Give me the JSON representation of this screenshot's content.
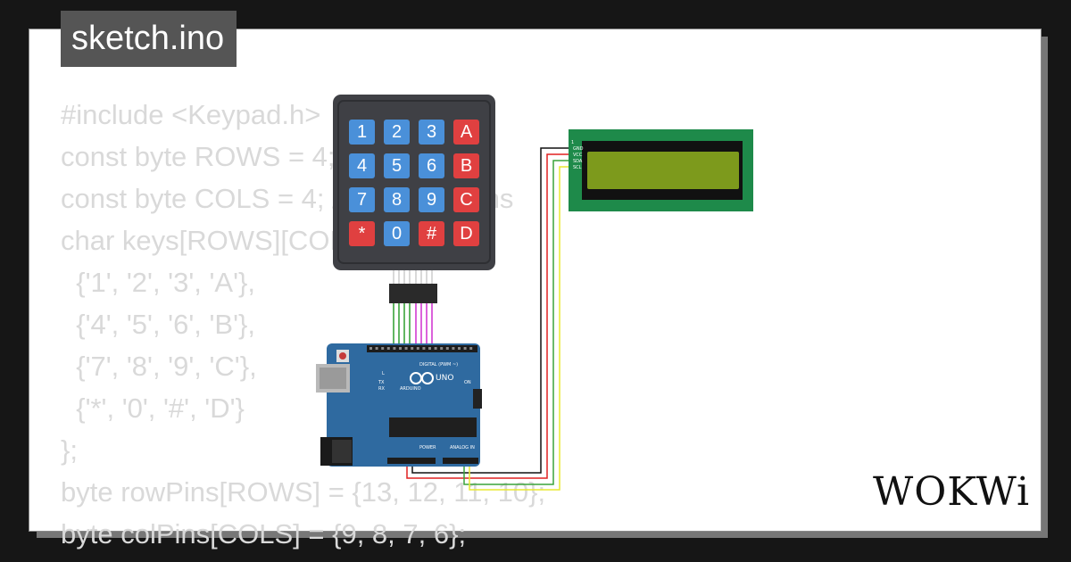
{
  "title": "sketch.ino",
  "code_lines": [
    "#include <Keypad.h>",
    "const byte ROWS = 4; // four rows",
    "const byte COLS = 4; // four columns",
    "char keys[ROWS][COLS] = {",
    "  {'1', '2', '3', 'A'},",
    "  {'4', '5', '6', 'B'},",
    "  {'7', '8', '9', 'C'},",
    "  {'*', '0', '#', 'D'}",
    "};",
    "byte rowPins[ROWS] = {13, 12, 11, 10};",
    "byte colPins[COLS] = {9, 8, 7, 6};"
  ],
  "keypad": {
    "keys": [
      "1",
      "2",
      "3",
      "A",
      "4",
      "5",
      "6",
      "B",
      "7",
      "8",
      "9",
      "C",
      "*",
      "0",
      "#",
      "D"
    ],
    "digit_color": "#4a90d9",
    "letter_color": "#e04040"
  },
  "arduino": {
    "brand": "ARDUINO",
    "model": "UNO",
    "digital_label": "DIGITAL (PWM ~)",
    "power_label": "POWER",
    "analog_label": "ANALOG IN",
    "on_label": "ON",
    "l_label": "L",
    "tx_label": "TX",
    "rx_label": "RX",
    "board_color": "#2f6aa0"
  },
  "lcd": {
    "pins": [
      "GND",
      "VCC",
      "SDA",
      "SCL"
    ],
    "screen_color": "#7d9a1c"
  },
  "logo": "WOKWi"
}
